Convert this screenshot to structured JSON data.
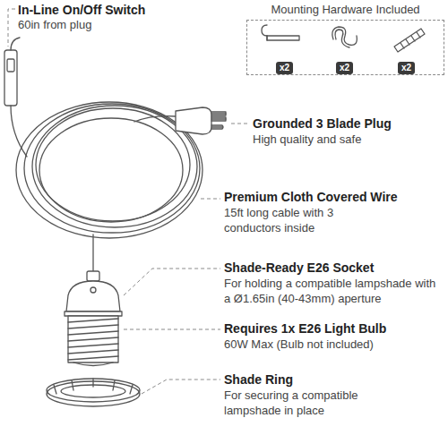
{
  "diagram": {
    "nodes": [
      {
        "text": [
          "Mounting Hardware Included"
        ]
      },
      {
        "text": [
          "x2"
        ],
        "in": 0
      },
      {
        "text": [
          "x2"
        ],
        "in": 0
      },
      {
        "text": [
          "x2"
        ],
        "in": 0
      }
    ],
    "labels": [
      "In-Line On/Off Switch",
      "60in from plug",
      "Grounded 3 Blade Plug",
      "High quality and safe",
      "Premium Cloth Covered Wire",
      "15ft long cable with 3 conductors inside",
      "Shade-Ready E26 Socket",
      "For holding a compatible lampshade with a Ø1.65in (40-43mm) aperture",
      "Requires 1x E26 Light Bulb",
      "60W Max (Bulb not included)",
      "Shade Ring",
      "For securing a compatible lampshade in place"
    ]
  }
}
